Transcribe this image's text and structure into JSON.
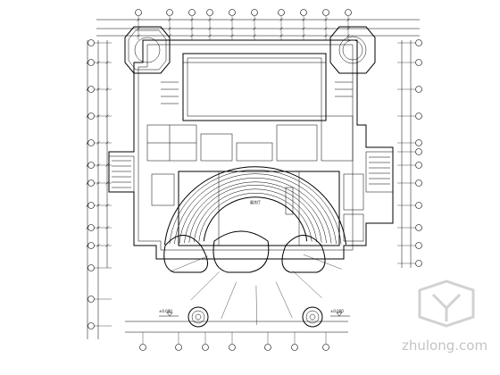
{
  "drawing": {
    "hall_label": "展览厅",
    "elevation_left": "±0.000",
    "elevation_right": "±0.000"
  },
  "watermark": {
    "text": "zhulong.com"
  }
}
